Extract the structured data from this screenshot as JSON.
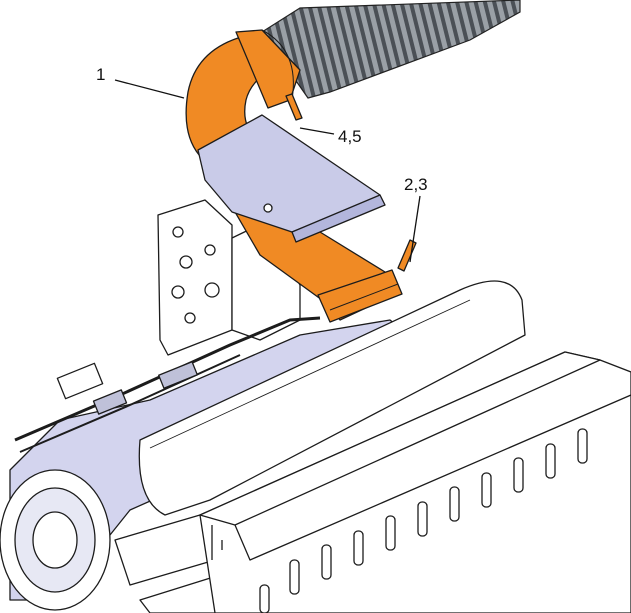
{
  "callouts": {
    "c1": "1",
    "c23": "2,3",
    "c45": "4,5"
  },
  "colors": {
    "highlight": "#f08a24",
    "highlight_dark": "#c8650c",
    "shield": "#c9cbe8",
    "body_shade": "#d3d4ee",
    "line": "#1c1c1c",
    "hose": "#8c9096"
  }
}
